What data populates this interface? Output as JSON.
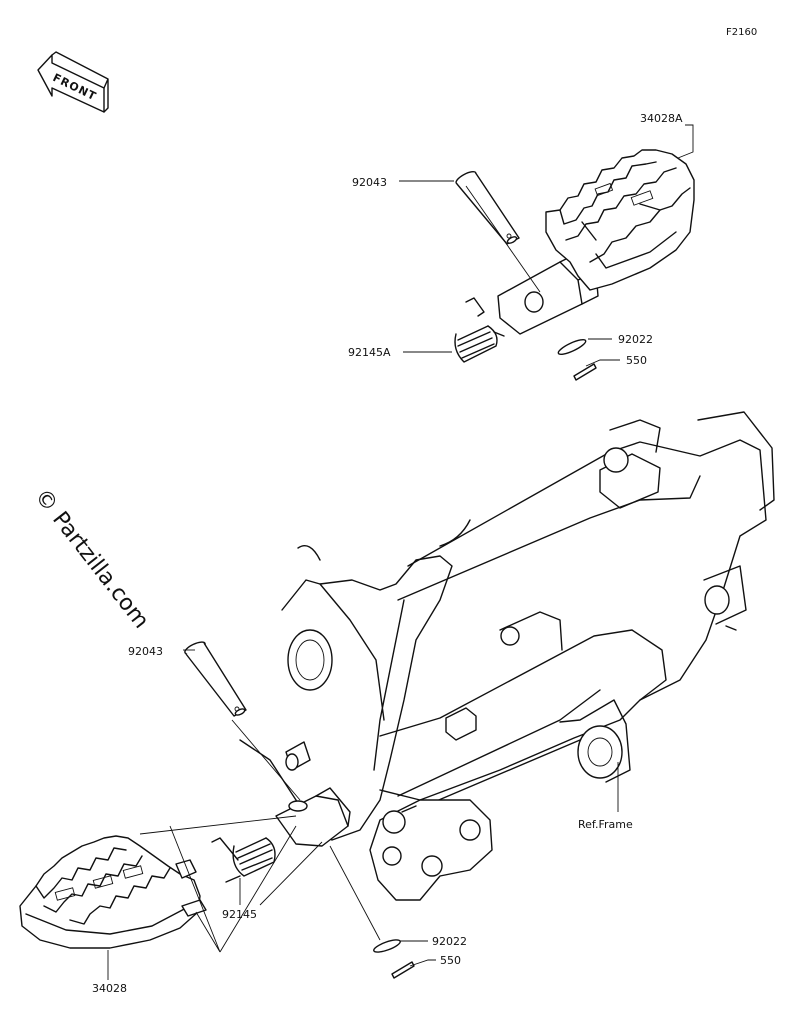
{
  "diagram": {
    "code": "F2160",
    "front_label": "FRONT",
    "watermark": "© Partzilla.com",
    "ref_label": "Ref.Frame",
    "parts": [
      {
        "id": "p1",
        "number": "34028A"
      },
      {
        "id": "p2",
        "number": "92043"
      },
      {
        "id": "p3",
        "number": "92022"
      },
      {
        "id": "p4",
        "number": "550"
      },
      {
        "id": "p5",
        "number": "92145A"
      },
      {
        "id": "p6",
        "number": "92043"
      },
      {
        "id": "p7",
        "number": "92145"
      },
      {
        "id": "p8",
        "number": "92022"
      },
      {
        "id": "p9",
        "number": "550"
      },
      {
        "id": "p10",
        "number": "34028"
      }
    ]
  }
}
